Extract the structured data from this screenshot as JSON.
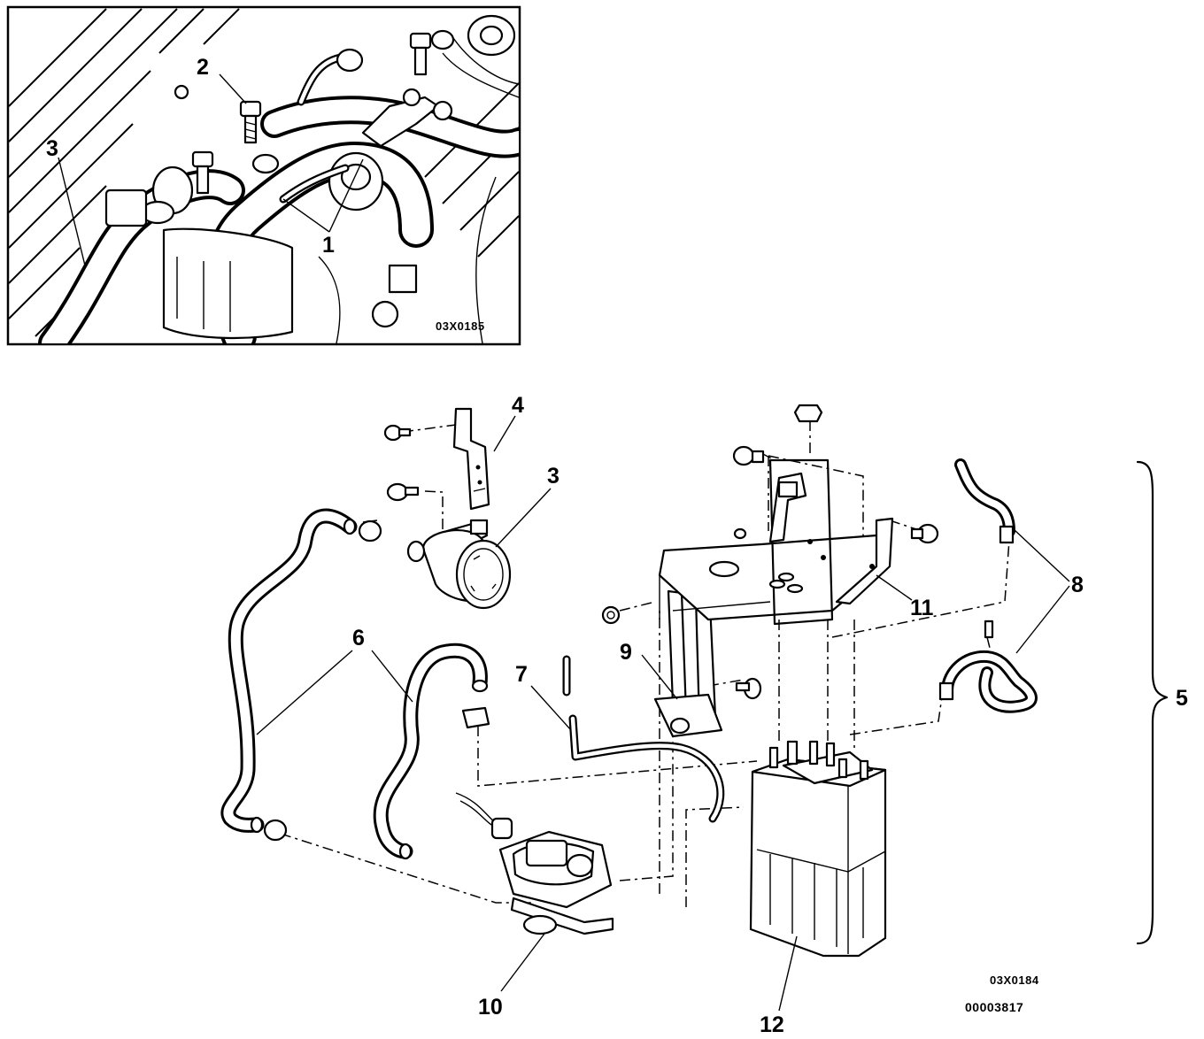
{
  "inset": {
    "code": "03X0185",
    "callouts": {
      "c1": "1",
      "c2": "2",
      "c3": "3"
    }
  },
  "main": {
    "code": "03X0184",
    "doc_number": "00003817",
    "callouts": {
      "c3": "3",
      "c4": "4",
      "c5": "5",
      "c6": "6",
      "c7": "7",
      "c8": "8",
      "c9": "9",
      "c10": "10",
      "c11": "11",
      "c12": "12"
    }
  }
}
